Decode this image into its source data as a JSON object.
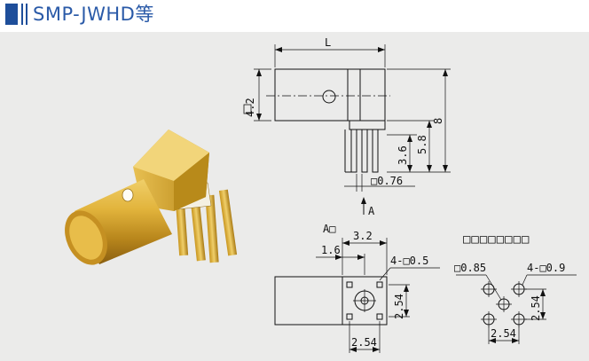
{
  "header": {
    "title": "SMP-JWHD等"
  },
  "side_view": {
    "dim_L": "L",
    "dim_height": "4.2",
    "dim_total": "8",
    "dim_5_8": "5.8",
    "dim_3_6": "3.6",
    "dim_pin": "□0.76",
    "view_arrow_label": "A"
  },
  "front_view": {
    "view_label": "A□",
    "dim_3_2": "3.2",
    "dim_1_6": "1.6",
    "dim_pins": "4-□0.5",
    "dim_pitch_v": "2.54",
    "dim_pitch_h": "2.54"
  },
  "pcb_layout": {
    "title": "□□□□□□□□",
    "dim_center_hole": "□0.85",
    "dim_holes": "4-□0.9",
    "dim_pitch_v": "2.54",
    "dim_pitch_h": "2.54"
  },
  "colors": {
    "brand": "#1e4e9a",
    "gold": "#d9a92c",
    "background": "#ebebea"
  }
}
